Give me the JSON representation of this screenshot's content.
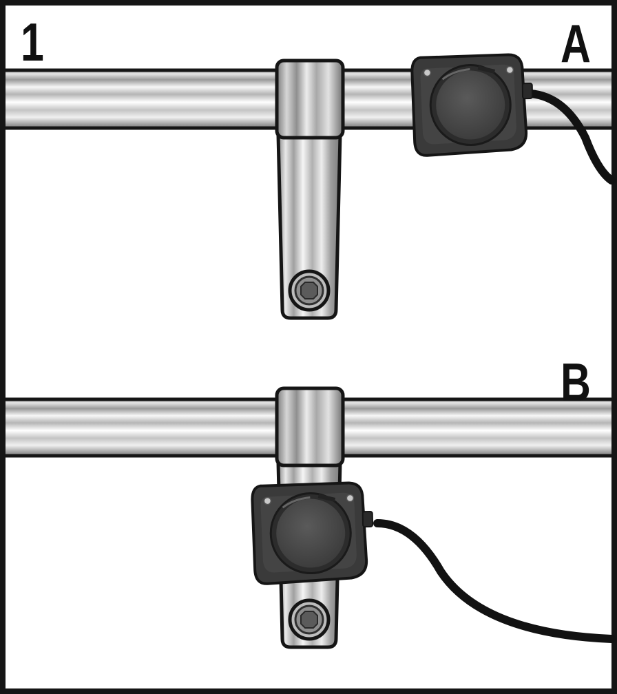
{
  "figure": {
    "step_number": "1",
    "panels": [
      {
        "label": "A"
      },
      {
        "label": "B"
      }
    ]
  },
  "colors": {
    "outline": "#151515",
    "sensor_body": "#3c3c3c",
    "sensor_face": "#4a4a4a",
    "cable": "#121212",
    "chrome_light": "#f2f2f2",
    "chrome_dark": "#8a8a8a"
  },
  "icons": {
    "handlebar": "handlebar-tube-icon",
    "stem": "stem-clamp-icon",
    "sensor": "sensor-mount-icon",
    "cable": "cable-icon"
  }
}
